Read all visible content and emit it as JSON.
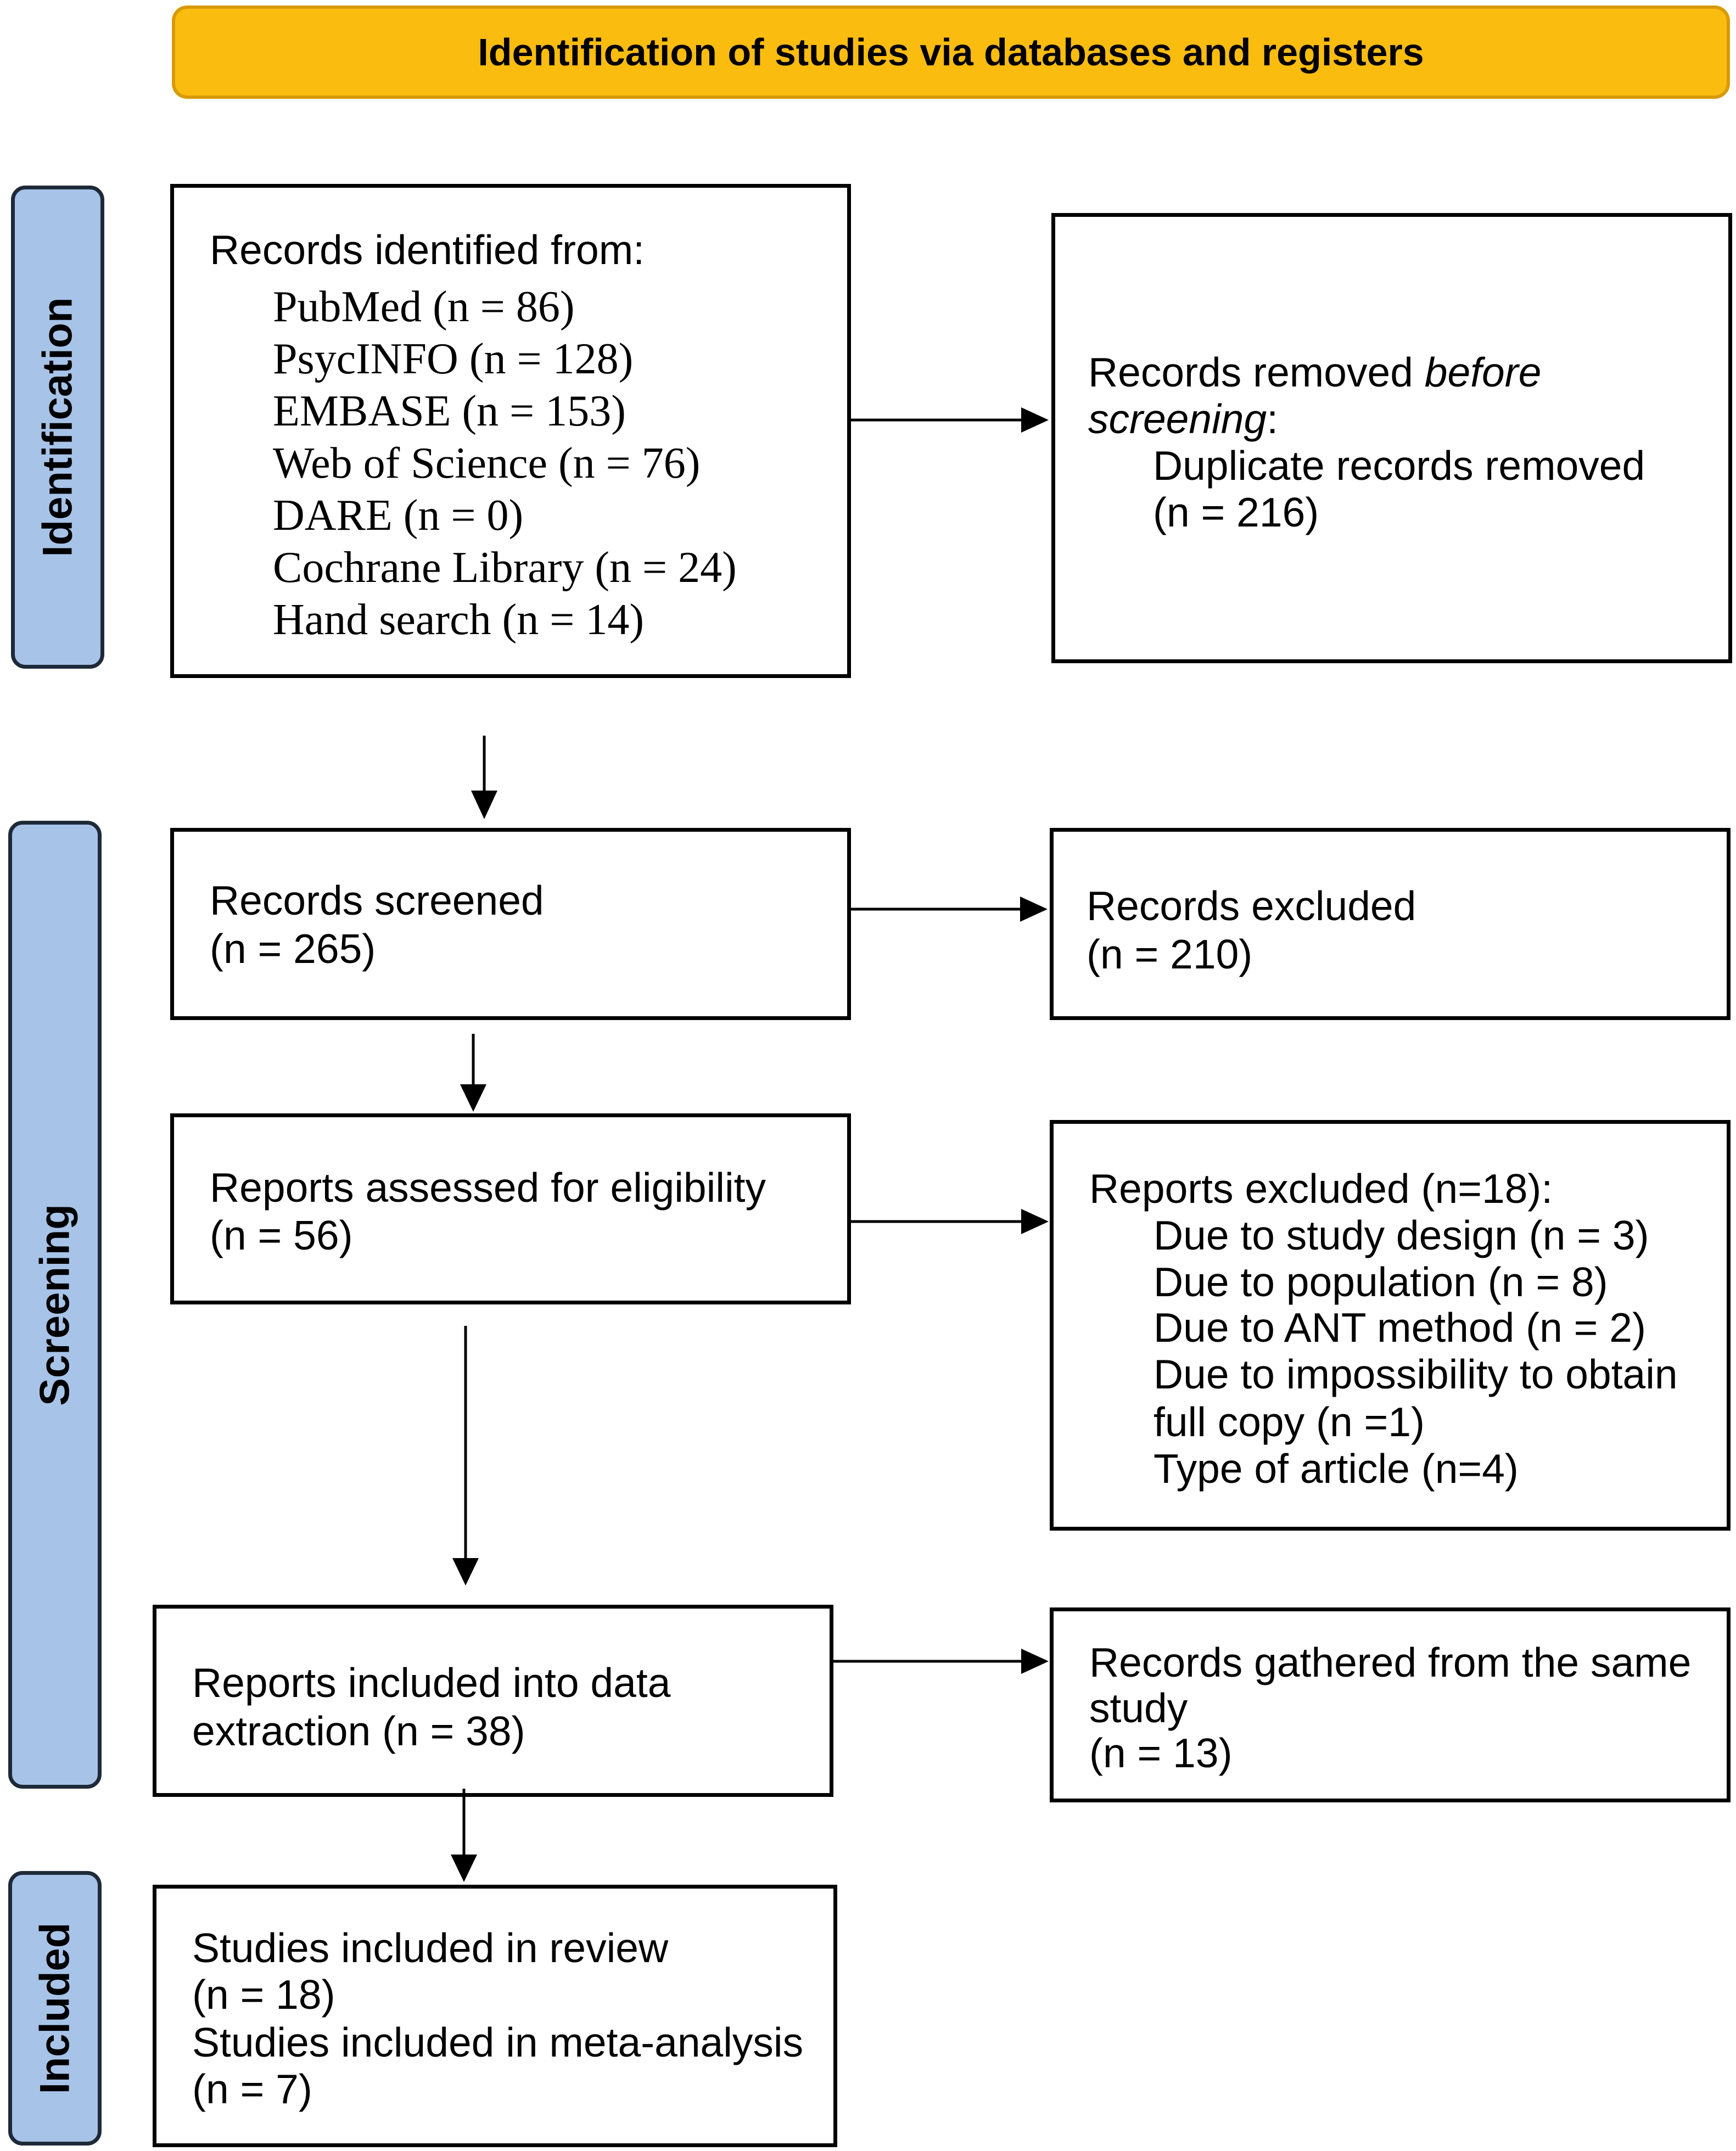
{
  "header": {
    "title": "Identification of studies via databases and registers"
  },
  "phases": {
    "identification": "Identification",
    "screening": "Screening",
    "included": "Included"
  },
  "identified": {
    "heading": "Records identified from:",
    "sources": [
      "PubMed (n = 86)",
      "PsycINFO (n = 128)",
      "EMBASE (n = 153)",
      "Web of Science (n = 76)",
      "DARE (n = 0)",
      "Cochrane Library (n = 24)",
      "Hand search (n = 14)"
    ]
  },
  "removed": {
    "line1_plain": "Records removed ",
    "line1_italic": "before",
    "line2_italic": "screening",
    "line2_colon": ":",
    "line3": "Duplicate records removed",
    "line4": "(n = 216)"
  },
  "screened": {
    "line1": "Records screened",
    "line2": "(n = 265)"
  },
  "excluded": {
    "line1": "Records excluded",
    "line2": "(n = 210)"
  },
  "assessed": {
    "line1": "Reports assessed for eligibility",
    "line2": "(n = 56)"
  },
  "reports_excluded": {
    "heading": "Reports excluded (n=18):",
    "reasons": [
      "Due to study design (n = 3)",
      "Due to population (n = 8)",
      "Due to ANT method (n = 2)",
      "Due to impossibility to obtain",
      "full copy (n =1)",
      "Type of article (n=4)"
    ]
  },
  "extraction": {
    "line1": "Reports included into data",
    "line2": "extraction (n = 38)"
  },
  "gathered": {
    "line1": "Records gathered from the same",
    "line2": "study",
    "line3": "(n = 13)"
  },
  "included_box": {
    "line1": "Studies included in review",
    "line2": "(n = 18)",
    "line3": "Studies included in meta-analysis",
    "line4": "(n = 7)"
  },
  "colors": {
    "header_fill": "#FBBC10",
    "phase_fill": "#A7C3E8",
    "border": "#000000"
  }
}
